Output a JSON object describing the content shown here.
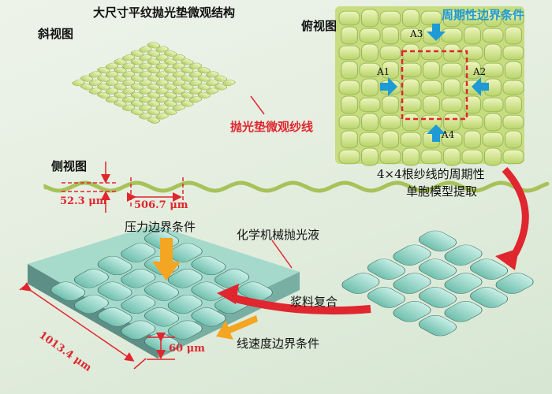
{
  "title": "大尺寸平纹抛光垫微观结构",
  "oblique_view": {
    "label": "斜视图",
    "yarn_label": "抛光垫微观纱线"
  },
  "top_view": {
    "label": "俯视图",
    "boundary_label": "周期性边界条件",
    "arrows": [
      "A1",
      "A2",
      "A3",
      "A4"
    ],
    "caption_line1": "4×4根纱线的周期性",
    "caption_line2": "单胞模型提取"
  },
  "side_view": {
    "label": "侧视图",
    "thickness": "52.3 μm",
    "period": "506.7 μm"
  },
  "model": {
    "pressure_bc": "压力边界条件",
    "slurry": "化学机械抛光液",
    "slurry_composite": "浆料复合",
    "velocity_bc": "线速度边界条件",
    "length": "1013.4 μm",
    "height": "60 μm"
  },
  "colors": {
    "yarn_yellow": "#cfe38a",
    "yarn_teal": "#8fd1c2",
    "accent_red": "#e0262e",
    "arrow_blue": "#1e9ad6",
    "arrow_orange": "#f4a522"
  }
}
